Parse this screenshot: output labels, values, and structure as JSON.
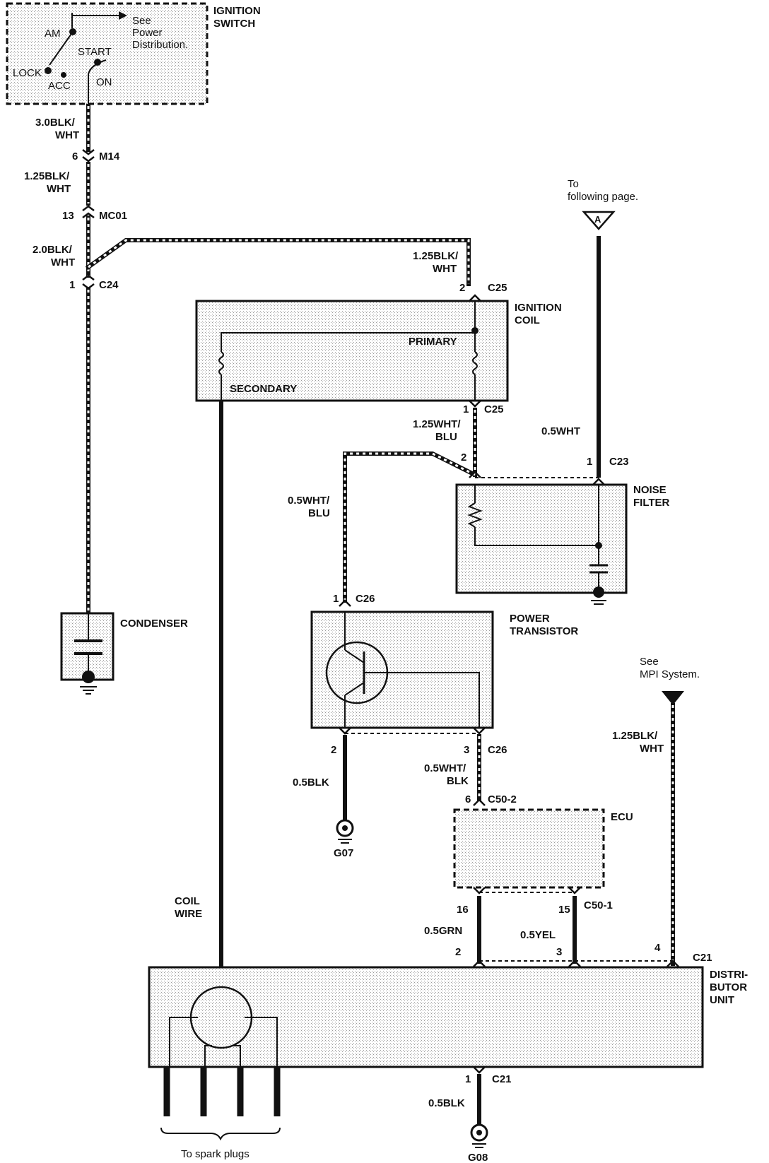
{
  "ignition_switch": {
    "title_1": "IGNITION",
    "title_2": "SWITCH",
    "am": "AM",
    "start": "START",
    "lock": "LOCK",
    "acc": "ACC",
    "on": "ON",
    "see_1": "See",
    "see_2": "Power",
    "see_3": "Distribution."
  },
  "wires": {
    "w1_a": "3.0BLK/",
    "w1_b": "WHT",
    "w2_a": "1.25BLK/",
    "w2_b": "WHT",
    "w3_a": "2.0BLK/",
    "w3_b": "WHT",
    "w4_a": "1.25BLK/",
    "w4_b": "WHT",
    "w5_a": "1.25WHT/",
    "w5_b": "BLU",
    "w6": "0.5WHT",
    "w7_a": "0.5WHT/",
    "w7_b": "BLU",
    "w8": "0.5BLK",
    "w9_a": "0.5WHT/",
    "w9_b": "BLK",
    "w10_a": "1.25BLK/",
    "w10_b": "WHT",
    "w11": "0.5GRN",
    "w12": "0.5YEL",
    "w13": "0.5BLK"
  },
  "connectors": {
    "m14": "M14",
    "m14_pin": "6",
    "mc01": "MC01",
    "mc01_pin": "13",
    "c24": "C24",
    "c24_pin": "1",
    "c25_top": "C25",
    "c25_top_pin": "2",
    "c25_bot": "C25",
    "c25_bot_pin": "1",
    "c25_bot_pin2": "2",
    "c23": "C23",
    "c23_pin": "1",
    "c26_top": "C26",
    "c26_top_pin": "1",
    "c26_bot": "C26",
    "c26_bot_pin_left": "2",
    "c26_bot_pin_right": "3",
    "c50_2": "C50-2",
    "c50_2_pin": "6",
    "c50_1": "C50-1",
    "c50_1_pin_a": "16",
    "c50_1_pin_b": "15",
    "c21_top": "C21",
    "c21_pin_a": "2",
    "c21_pin_b": "3",
    "c21_pin_c": "4",
    "c21_bot": "C21",
    "c21_bot_pin": "1"
  },
  "components": {
    "ignition_coil_1": "IGNITION",
    "ignition_coil_2": "COIL",
    "primary": "PRIMARY",
    "secondary": "SECONDARY",
    "noise_filter_1": "NOISE",
    "noise_filter_2": "FILTER",
    "condenser": "CONDENSER",
    "power_transistor_1": "POWER",
    "power_transistor_2": "TRANSISTOR",
    "ecu": "ECU",
    "coil_wire_1": "COIL",
    "coil_wire_2": "WIRE",
    "distributor_1": "DISTRI-",
    "distributor_2": "BUTOR",
    "distributor_3": "UNIT"
  },
  "refs": {
    "to_following_1": "To",
    "to_following_2": "following page.",
    "to_following_letter": "A",
    "see_mpi_1": "See",
    "see_mpi_2": "MPI System.",
    "spark_plugs": "To spark plugs"
  },
  "grounds": {
    "g07": "G07",
    "g08": "G08"
  }
}
